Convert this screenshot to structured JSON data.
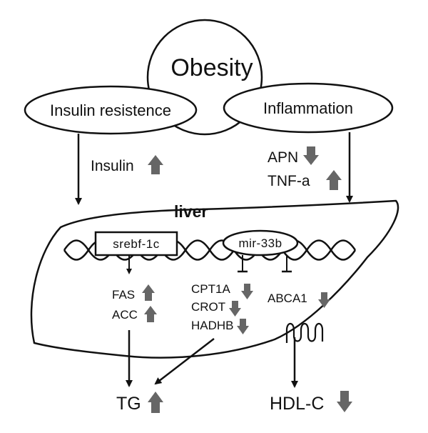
{
  "nodes": {
    "obesity": "Obesity",
    "insulin_resistance": "Insulin resistence",
    "inflammation": "Inflammation",
    "liver": "liver",
    "srebf": "srebf-1c",
    "mir": "mir-33b"
  },
  "factors": {
    "insulin": "Insulin",
    "apn": "APN",
    "tnf": "TNF-a",
    "fas": "FAS",
    "acc": "ACC",
    "cpt1a": "CPT1A",
    "crot": "CROT",
    "hadhb": "HADHB",
    "abca1": "ABCA1"
  },
  "outputs": {
    "tg": "TG",
    "hdl": "HDL-C"
  },
  "colors": {
    "line": "#111111",
    "arrow_fill": "#666666"
  }
}
